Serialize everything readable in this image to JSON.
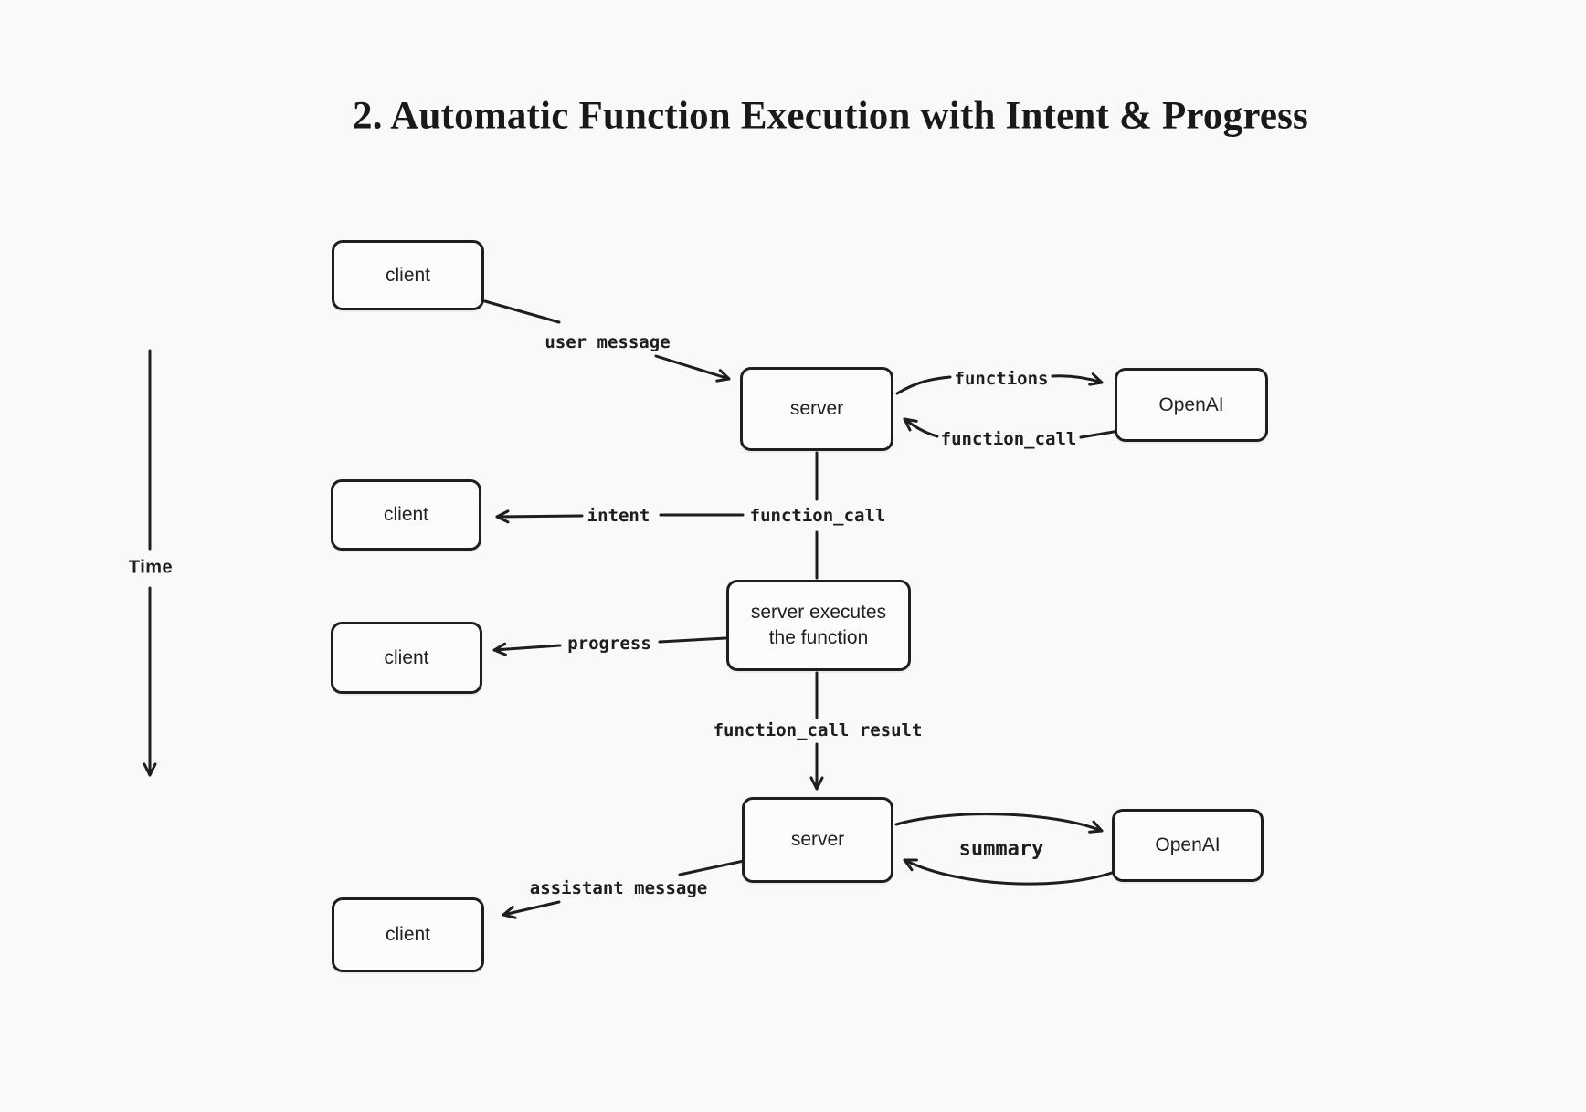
{
  "colors": {
    "bg": "#f8f9fa",
    "stroke": "#1e1e1e",
    "box-fill": "#fcfcfd",
    "text": "#1f2023"
  },
  "title": "2. Automatic Function Execution with Intent & Progress",
  "time_axis": {
    "label": "Time"
  },
  "nodes": [
    {
      "id": "client-1",
      "label": "client"
    },
    {
      "id": "server-1",
      "label": "server"
    },
    {
      "id": "openai-1",
      "label": "OpenAI"
    },
    {
      "id": "client-2",
      "label": "client"
    },
    {
      "id": "executor",
      "label": "server executes the function"
    },
    {
      "id": "client-3",
      "label": "client"
    },
    {
      "id": "server-2",
      "label": "server"
    },
    {
      "id": "openai-2",
      "label": "OpenAI"
    },
    {
      "id": "client-4",
      "label": "client"
    }
  ],
  "edges": [
    {
      "id": "user-message",
      "label": "user message",
      "from": "client-1",
      "to": "server-1"
    },
    {
      "id": "functions",
      "label": "functions",
      "from": "server-1",
      "to": "openai-1"
    },
    {
      "id": "function-call-return",
      "label": "function_call",
      "from": "openai-1",
      "to": "server-1"
    },
    {
      "id": "function-call-down",
      "label": "function_call",
      "from": "server-1",
      "to": "executor"
    },
    {
      "id": "intent",
      "label": "intent",
      "from": "server-1",
      "to": "client-2"
    },
    {
      "id": "progress",
      "label": "progress",
      "from": "executor",
      "to": "client-3"
    },
    {
      "id": "function-call-result",
      "label": "function_call result",
      "from": "executor",
      "to": "server-2"
    },
    {
      "id": "summary",
      "label": "summary",
      "from": "server-2",
      "to": "openai-2",
      "direction": "bidirectional"
    },
    {
      "id": "assistant-message",
      "label": "assistant message",
      "from": "server-2",
      "to": "client-4"
    }
  ]
}
